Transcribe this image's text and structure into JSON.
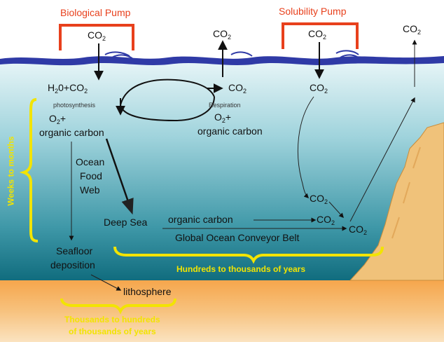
{
  "pumps": {
    "biological": "Biological Pump",
    "solubility": "Solubility Pump"
  },
  "gas": {
    "co2_base": "CO",
    "sub2": "2"
  },
  "labels": {
    "h2o_co2": "H",
    "h2o_mid": "0+CO",
    "photosynthesis": "photosynthesis",
    "respiration": "Respiration",
    "o2_plus": "+",
    "o_char": "O",
    "organic_carbon": "organic carbon",
    "ocean_food_web_1": "Ocean",
    "ocean_food_web_2": "Food",
    "ocean_food_web_3": "Web",
    "deep_sea": "Deep Sea",
    "conveyor_belt": "Global Ocean Conveyor Belt",
    "seafloor_1": "Seafloor",
    "seafloor_2": "deposition",
    "lithosphere": "lithosphere"
  },
  "timescales": {
    "weeks_to_months": "Weeks to months",
    "hundreds_to_thousands": "Hundreds to thousands of years",
    "thousands_line1": "Thousands to hundreds",
    "thousands_line2": "of thousands of years"
  },
  "colors": {
    "pump_red": "#e8401c",
    "timescale_yellow": "#f2e400",
    "surface_blue": "#2f3aa6",
    "sediment_orange": "#f3b660",
    "land_tan": "#f0c27a"
  }
}
